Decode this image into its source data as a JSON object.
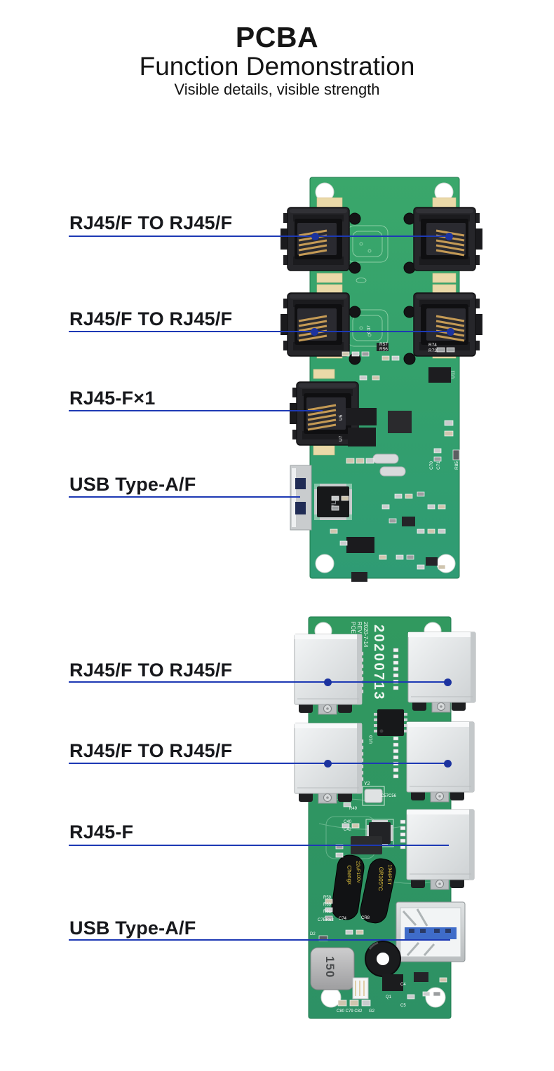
{
  "header": {
    "title": "PCBA",
    "subtitle": "Function Demonstration",
    "tagline": "Visible details, visible strength"
  },
  "colors": {
    "accent_blue": "#1d39b4",
    "label_text": "#17181c",
    "pcb_green_top": "#35a169",
    "pcb_green_bottom": "#2f9463"
  },
  "callouts": [
    {
      "text": "RJ45/F TO RJ45/F"
    },
    {
      "text": "RJ45/F TO RJ45/F"
    },
    {
      "text": "RJ45-F×1"
    },
    {
      "text": "USB Type-A/F"
    },
    {
      "text": "RJ45/F TO RJ45/F"
    },
    {
      "text": "RJ45/F TO RJ45/F"
    },
    {
      "text": "RJ45-F"
    },
    {
      "text": "USB Type-A/F"
    }
  ],
  "board_top": {
    "marks": {
      "c37": "C37",
      "r56": "R56",
      "r57": "R57",
      "r73": "R73",
      "r74": "R74",
      "r85": "R85",
      "c70": "C70",
      "c71": "C71",
      "u5": "U5",
      "u7": "U7",
      "u11": "U11",
      "vli": "VLI"
    }
  },
  "board_bottom": {
    "marks": {
      "model": "POE-SRU",
      "rev": "REV R/0",
      "date": "2020-7-14",
      "datecode": "20200713",
      "u10": "U10",
      "y2": "Y2",
      "c57": "C57C56",
      "r49": "R49",
      "c40": "C40",
      "c42": "C42",
      "r59": "R59",
      "r69": "R69",
      "r61": "R61",
      "c7e": "C7ER63",
      "d2": "D2",
      "c74": "C74",
      "cr8": "CR8",
      "q1": "Q1",
      "c4": "C4",
      "c5": "C5",
      "g2": "G2",
      "c80": "C80 C79 C82",
      "inductor": "150",
      "cap1a": "Chengx",
      "cap1b": "22uF100v",
      "cap2a": "GR105°C",
      "cap2b": "1944PET"
    }
  }
}
